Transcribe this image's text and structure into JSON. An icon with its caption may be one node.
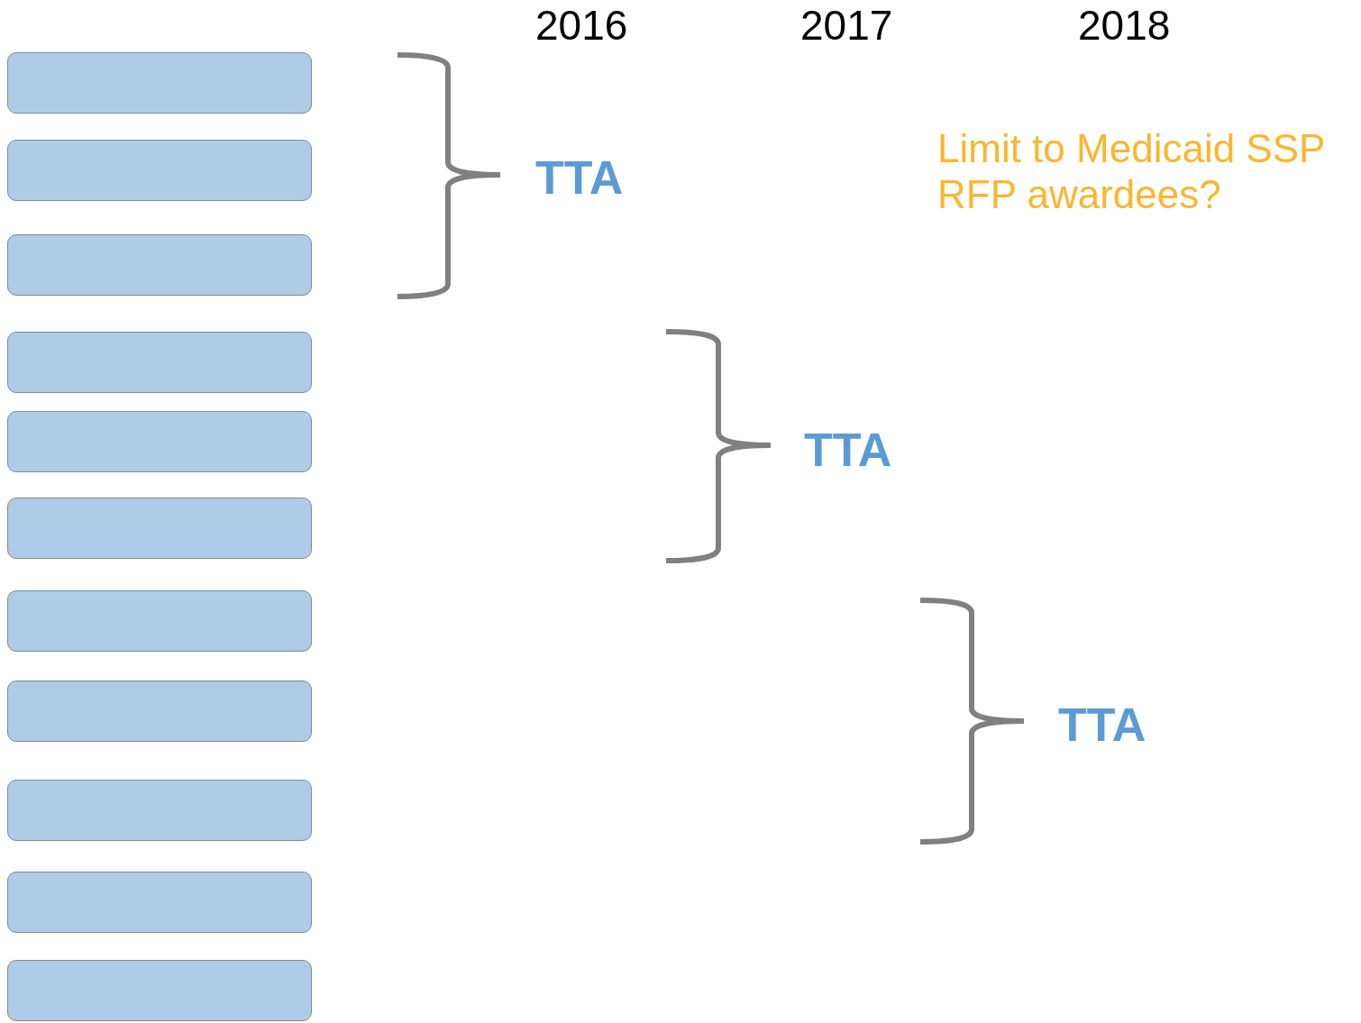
{
  "diagram": {
    "nodes": [
      {
        "text": [],
        "shape": "box"
      },
      {
        "text": [],
        "shape": "box"
      },
      {
        "text": [],
        "shape": "box"
      },
      {
        "text": [],
        "shape": "box"
      },
      {
        "text": [],
        "shape": "box"
      },
      {
        "text": [],
        "shape": "box"
      },
      {
        "text": [],
        "shape": "box"
      },
      {
        "text": [],
        "shape": "box"
      },
      {
        "text": [],
        "shape": "box"
      },
      {
        "text": [],
        "shape": "box"
      },
      {
        "text": [],
        "shape": "box"
      }
    ],
    "labels": [
      "2016",
      "2017",
      "2018",
      "Limit to Medicaid SSP RFP awardees?",
      "TTA",
      "TTA",
      "TTA"
    ]
  }
}
